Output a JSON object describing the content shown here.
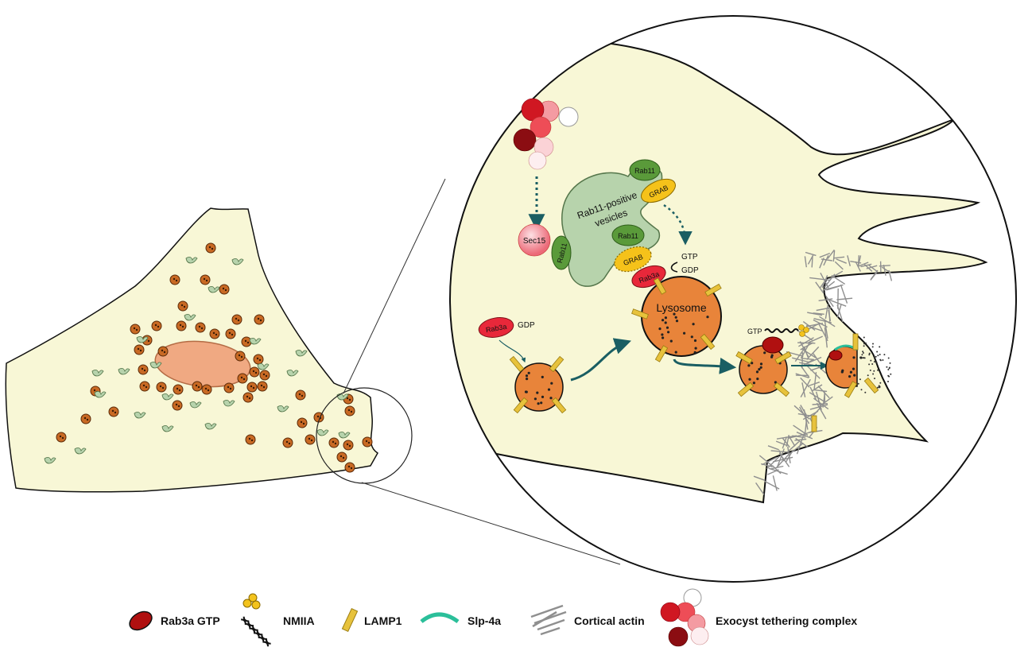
{
  "diagram": {
    "labels": {
      "rab11_vesicles_line1": "Rab11-positive",
      "rab11_vesicles_line2": "vesicles",
      "rab11": "Rab11",
      "grab": "GRAB",
      "sec15": "Sec15",
      "rab3a": "Rab3a",
      "gtp": "GTP",
      "gdp": "GDP",
      "lysosome": "Lysosome"
    },
    "legend": [
      {
        "icon": "rab3a-gtp-icon",
        "label": "Rab3a GTP"
      },
      {
        "icon": "nmiia-icon",
        "label": "NMIIA"
      },
      {
        "icon": "lamp1-icon",
        "label": "LAMP1"
      },
      {
        "icon": "slp4a-icon",
        "label": "Slp-4a"
      },
      {
        "icon": "cortical-actin-icon",
        "label": "Cortical actin"
      },
      {
        "icon": "exocyst-icon",
        "label": "Exocyst tethering complex"
      }
    ],
    "colors": {
      "cytoplasm": "#f8f7d6",
      "nucleus": "#f0a982",
      "lysosome": "#e8843a",
      "rab11": "#5a9a3a",
      "grab": "#f5c21a",
      "rab3a": "#e8283a",
      "rab3a_gtp": "#b01010",
      "vesicle_compartment": "#b7d3ac",
      "lamp1": "#e7c23c",
      "slp4a": "#2bbf9a",
      "arrow": "#1a5e63",
      "actin": "#8f8f8f"
    }
  }
}
